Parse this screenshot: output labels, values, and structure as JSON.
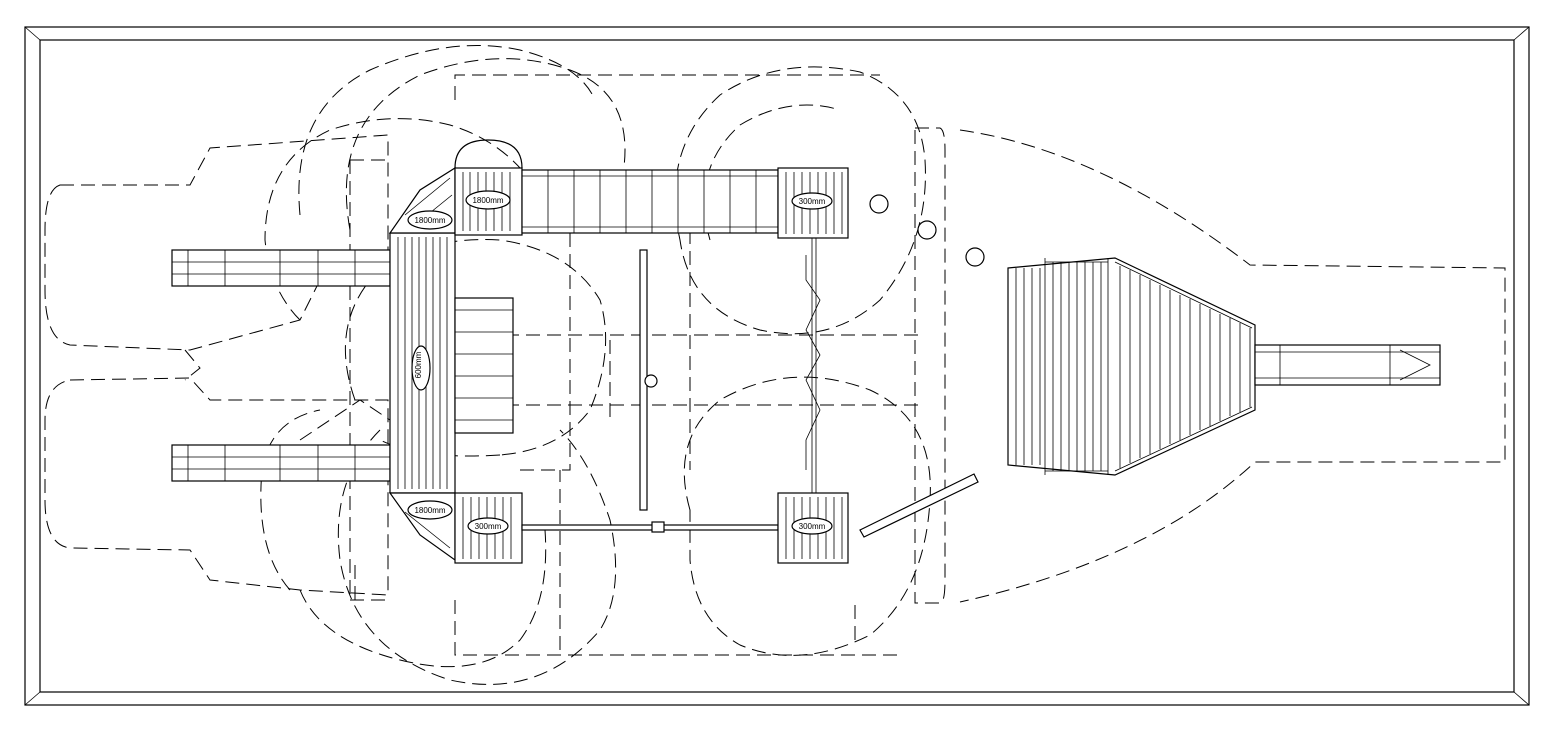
{
  "labels": {
    "top_left_deck": "1800mm",
    "left_corner_top": "1800mm",
    "top_right_deck": "300mm",
    "left_vertical_deck": "600mm",
    "left_corner_bottom": "1800mm",
    "bottom_left_deck": "300mm",
    "bottom_right_deck": "300mm"
  }
}
